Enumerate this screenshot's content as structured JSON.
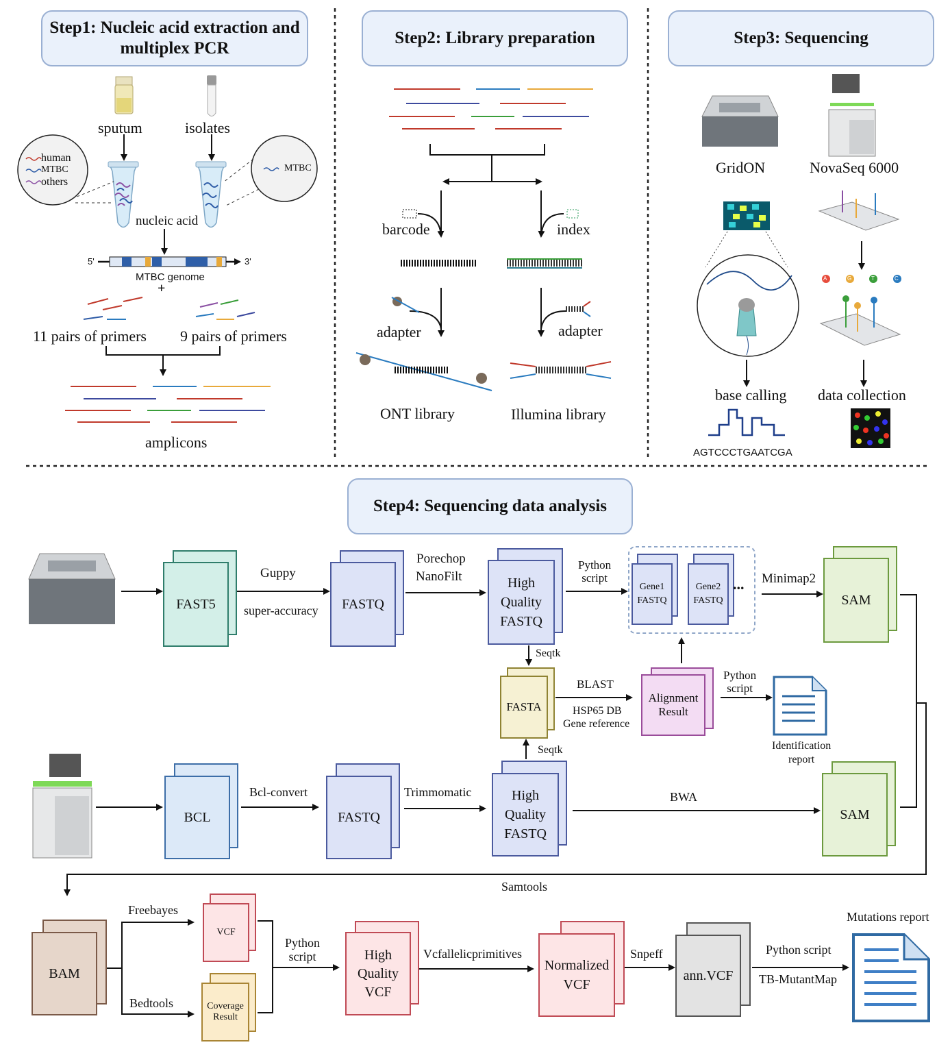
{
  "step1": {
    "title": "Step1: Nucleic acid extraction and multiplex PCR",
    "sputum": "sputum",
    "isolates": "isolates",
    "legend_human": "human",
    "legend_mtbc": "MTBC",
    "legend_others": "others",
    "right_mtbc": "MTBC",
    "nucleic_acid": "nucleic acid",
    "five_prime": "5'",
    "three_prime": "3'",
    "genome": "MTBC genome",
    "plus": "+",
    "primers_left": "11 pairs of primers",
    "primers_right": "9 pairs of primers",
    "amplicons": "amplicons"
  },
  "step2": {
    "title": "Step2: Library preparation",
    "barcode": "barcode",
    "index": "index",
    "adapter_left": "adapter",
    "adapter_right": "adapter",
    "ont_library": "ONT library",
    "illumina_library": "Illumina library"
  },
  "step3": {
    "title": "Step3: Sequencing",
    "gridon": "GridON",
    "novaseq": "NovaSeq 6000",
    "base_calling": "base calling",
    "data_collection": "data collection",
    "sequence": "AGTCCCTGAATCGA",
    "bases": [
      "A",
      "G",
      "T",
      "C"
    ]
  },
  "step4": {
    "title": "Step4: Sequencing data analysis",
    "fast5": "FAST5",
    "guppy": "Guppy",
    "super_accuracy": "super-accuracy",
    "fastq_ont": "FASTQ",
    "porechop": "Porechop",
    "nanofilt": "NanoFilt",
    "hq_fastq_ont": [
      "High",
      "Quality",
      "FASTQ"
    ],
    "python_script_1": [
      "Python",
      "script"
    ],
    "gene1": [
      "Gene1",
      "FASTQ"
    ],
    "gene2": [
      "Gene2",
      "FASTQ"
    ],
    "dots": "...",
    "minimap2": "Minimap2",
    "sam_ont": "SAM",
    "seqtk_top": "Seqtk",
    "fasta": "FASTA",
    "blast": "BLAST",
    "hsp65": "HSP65 DB",
    "gene_reference": "Gene reference",
    "alignment_result": [
      "Alignment",
      "Result"
    ],
    "python_script_2": [
      "Python",
      "script"
    ],
    "identification_report": [
      "Identification",
      "report"
    ],
    "seqtk_bottom": "Seqtk",
    "bcl": "BCL",
    "bcl_convert": "Bcl-convert",
    "fastq_ill": "FASTQ",
    "trimmomatic": "Trimmomatic",
    "hq_fastq_ill": [
      "High",
      "Quality",
      "FASTQ"
    ],
    "bwa": "BWA",
    "sam_ill": "SAM",
    "samtools": "Samtools",
    "bam": "BAM",
    "freebayes": "Freebayes",
    "vcf": "VCF",
    "bedtools": "Bedtools",
    "coverage_result": [
      "Coverage",
      "Result"
    ],
    "python_script_3": [
      "Python",
      "script"
    ],
    "hq_vcf": [
      "High",
      "Quality",
      "VCF"
    ],
    "vcfallelic": "Vcfallelicprimitives",
    "normalized_vcf": [
      "Normalized",
      "VCF"
    ],
    "snpeff": "Snpeff",
    "ann_vcf": "ann.VCF",
    "python_script_4": "Python script",
    "tb_mutantmap": "TB-MutantMap",
    "mutations_report": "Mutations report"
  },
  "colors": {
    "step_fill": "#eaf1fb",
    "step_border": "#9ab0d3",
    "fast5": "#d3efe8",
    "fast5_border": "#2f7d6b",
    "fastq": "#dde3f7",
    "fastq_border": "#4b5a9e",
    "bcl": "#dce9f8",
    "bcl_border": "#3d6ea8",
    "sam": "#e7f2d8",
    "sam_border": "#6c9a3e",
    "fasta": "#f6f1d3",
    "fasta_border": "#8f8333",
    "alignment": "#f3dcf3",
    "alignment_border": "#9a4c9a",
    "bam": "#e6d6ca",
    "bam_border": "#7b5a48",
    "vcf": "#fde5e6",
    "vcf_border": "#c04a55",
    "coverage": "#fbeccb",
    "coverage_border": "#a98534",
    "annvcf": "#e3e3e3",
    "annvcf_border": "#555555",
    "report": "#2f6aa3"
  }
}
